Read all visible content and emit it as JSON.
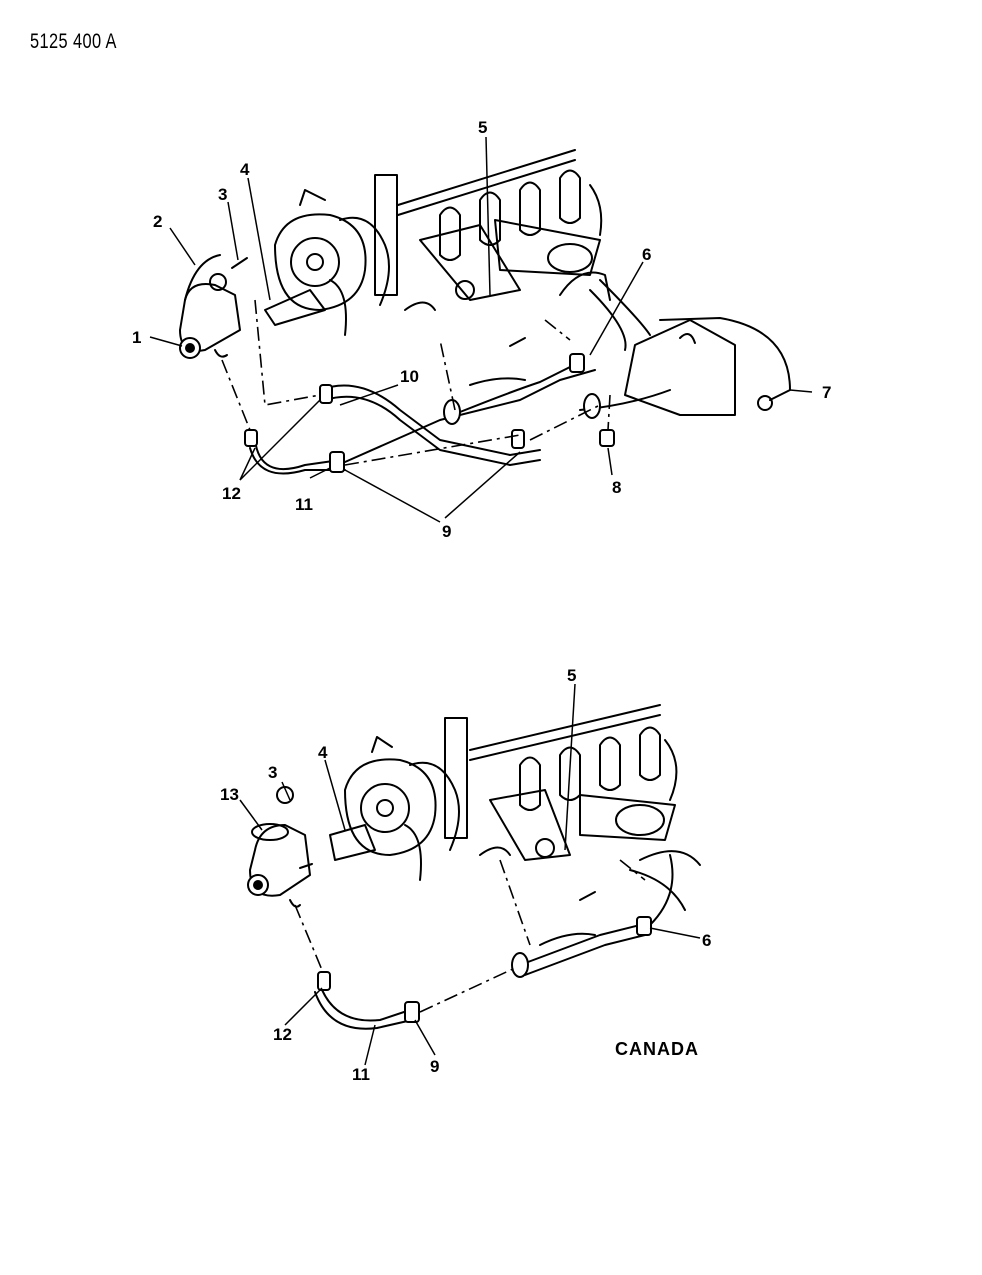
{
  "document": {
    "id": "5125 400   A"
  },
  "diagram_top": {
    "callouts": [
      "1",
      "2",
      "3",
      "4",
      "5",
      "6",
      "7",
      "8",
      "9",
      "10",
      "11",
      "12"
    ]
  },
  "diagram_bottom": {
    "callouts": [
      "3",
      "4",
      "5",
      "6",
      "9",
      "11",
      "12",
      "13"
    ],
    "region_label": "CANADA"
  }
}
